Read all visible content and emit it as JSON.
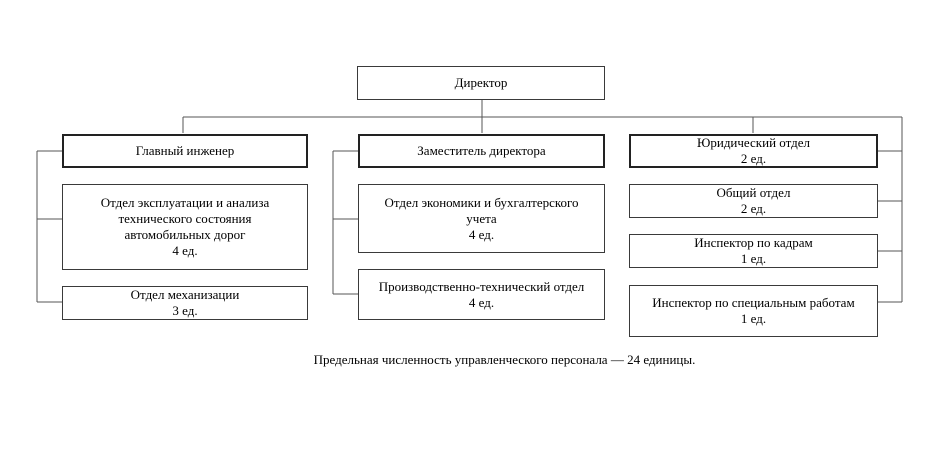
{
  "director": {
    "label": "Директор"
  },
  "chief_engineer": {
    "label": "Главный инженер",
    "departments": [
      {
        "name": "Отдел эксплуатации и анализа\nтехнического состояния\nавтомобильных дорог",
        "staff": "4 ед."
      },
      {
        "name": "Отдел механизации",
        "staff": "3 ед."
      }
    ]
  },
  "deputy_director": {
    "label": "Заместитель директора",
    "departments": [
      {
        "name": "Отдел экономики и бухгалтерского\nучета",
        "staff": "4 ед."
      },
      {
        "name": "Производственно-технический отдел",
        "staff": "4 ед."
      }
    ]
  },
  "right_column": [
    {
      "name": "Юридический отдел",
      "staff": "2 ед."
    },
    {
      "name": "Общий отдел",
      "staff": "2 ед."
    },
    {
      "name": "Инспектор по кадрам",
      "staff": "1 ед."
    },
    {
      "name": "Инспектор по специальным работам",
      "staff": "1 ед."
    }
  ],
  "caption": "Предельная численность управленческого персонала — 24 единицы."
}
